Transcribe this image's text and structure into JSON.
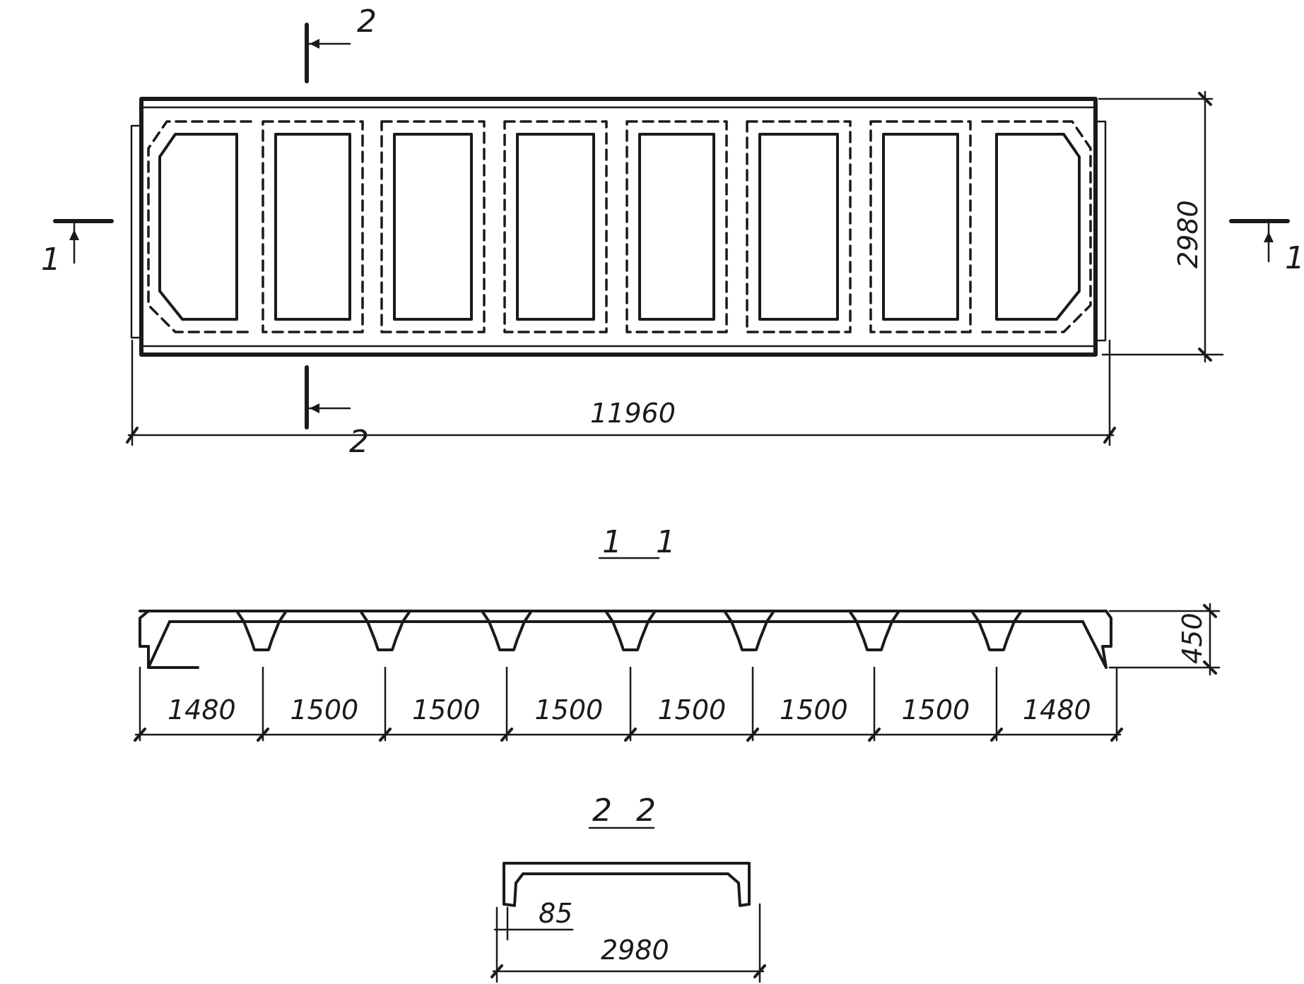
{
  "plan": {
    "length_label": "11960",
    "width_label": "2980",
    "section1_mark_left": "1",
    "section1_mark_right": "1",
    "section2_mark_top": "2",
    "section2_mark_bottom": "2"
  },
  "section_1_1": {
    "title_left": "1",
    "title_right": "1",
    "height_label": "450",
    "spans": [
      "1480",
      "1500",
      "1500",
      "1500",
      "1500",
      "1500",
      "1500",
      "1480"
    ]
  },
  "section_2_2": {
    "title_left": "2",
    "title_right": "2",
    "rib_label": "85",
    "width_label": "2980"
  }
}
